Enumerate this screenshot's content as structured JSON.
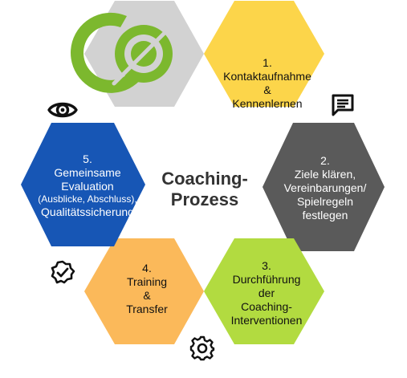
{
  "title": "Coaching-Prozess",
  "center": {
    "line1": "Coaching-",
    "line2": "Prozess"
  },
  "colors": {
    "step1": "#fcd54a",
    "step2": "#5a5a5a",
    "step3": "#b2db40",
    "step4": "#fbb95a",
    "step5": "#1756b5",
    "logo": "#d2d2d2",
    "logo_mark": "#7cb82e",
    "text_dark": "#111111",
    "text_light": "#ffffff",
    "center_text": "#333333"
  },
  "steps": [
    {
      "number": "1.",
      "lines": [
        "Kontaktaufnahme",
        "&",
        "Kennenlernen"
      ]
    },
    {
      "number": "2.",
      "lines": [
        "Ziele klären,",
        "Vereinbarungen/",
        "Spielregeln",
        "festlegen"
      ]
    },
    {
      "number": "3.",
      "lines": [
        "Durchführung",
        "der",
        "Coaching-",
        "Interventionen"
      ]
    },
    {
      "number": "4.",
      "lines": [
        "Training",
        "&",
        "Transfer"
      ]
    },
    {
      "number": "5.",
      "lines": [
        "Gemeinsame",
        "Evaluation",
        "(Ausblicke, Abschluss),",
        "Qualitätssicherung"
      ]
    }
  ],
  "icons": {
    "logo": "coaching-logo-icon",
    "step1": "chat-icon",
    "step2_5": "eye-icon",
    "step3_4": "gear-icon",
    "step4_5": "badge-check-icon"
  }
}
